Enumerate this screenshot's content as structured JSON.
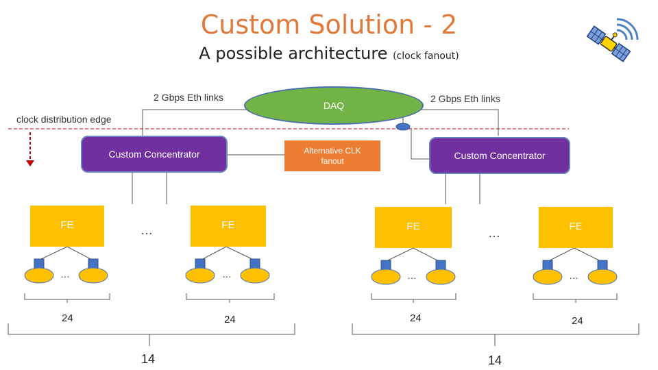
{
  "title": "Custom Solution - 2",
  "subtitle": "A possible architecture",
  "subtitle_note": "(clock fanout)",
  "left_eth_label": "2 Gbps Eth links",
  "right_eth_label": "2 Gbps Eth links",
  "daq_label": "DAQ",
  "clock_edge_label": "clock distribution edge",
  "concentrator_left": "Custom Concentrator",
  "concentrator_right": "Custom Concentrator",
  "clk_fanout": "Alternative CLK fanout",
  "fe_label": "FE",
  "ellipsis": "…",
  "group_count": "24",
  "total_count": "14",
  "satellite_icon": "satellite-icon",
  "colors": {
    "title": "#e07a3c",
    "concentrator": "#7030a0",
    "fe": "#ffc000",
    "daq": "#72b348",
    "clk_fanout": "#ed7d31",
    "edge_line": "#c00000",
    "sensor_square": "#4472c4"
  }
}
